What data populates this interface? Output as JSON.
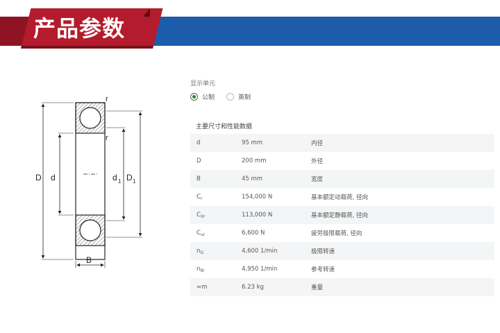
{
  "banner": {
    "title": "产品参数"
  },
  "drawing": {
    "labels": {
      "D": "D",
      "d": "d",
      "d1": "d",
      "d1_sub": "1",
      "D1": "D",
      "D1_sub": "1",
      "B": "B",
      "r_top": "r",
      "r_mid": "r"
    }
  },
  "units": {
    "label": "显示单元",
    "options": [
      {
        "label": "公制",
        "selected": true
      },
      {
        "label": "英制",
        "selected": false
      }
    ]
  },
  "specs": {
    "title": "主要尺寸和性能数据",
    "rows": [
      {
        "sym": "d",
        "sub": "",
        "value": "95 mm",
        "desc": "内径"
      },
      {
        "sym": "D",
        "sub": "",
        "value": "200 mm",
        "desc": "外径"
      },
      {
        "sym": "B",
        "sub": "",
        "value": "45 mm",
        "desc": "宽度"
      },
      {
        "sym": "C",
        "sub": "r",
        "value": "154,000 N",
        "desc": "基本额定动载荷, 径向"
      },
      {
        "sym": "C",
        "sub": "0r",
        "value": "113,000 N",
        "desc": "基本额定静载荷, 径向"
      },
      {
        "sym": "C",
        "sub": "ur",
        "value": "6,600 N",
        "desc": "疲劳极限载荷, 径向"
      },
      {
        "sym": "n",
        "sub": "G",
        "value": "4,600 1/min",
        "desc": "极限转速"
      },
      {
        "sym": "n",
        "sub": "ϑr",
        "value": "4,950 1/min",
        "desc": "参考转速"
      },
      {
        "sym": "≈m",
        "sub": "",
        "value": "6.23 kg",
        "desc": "重量"
      }
    ]
  }
}
